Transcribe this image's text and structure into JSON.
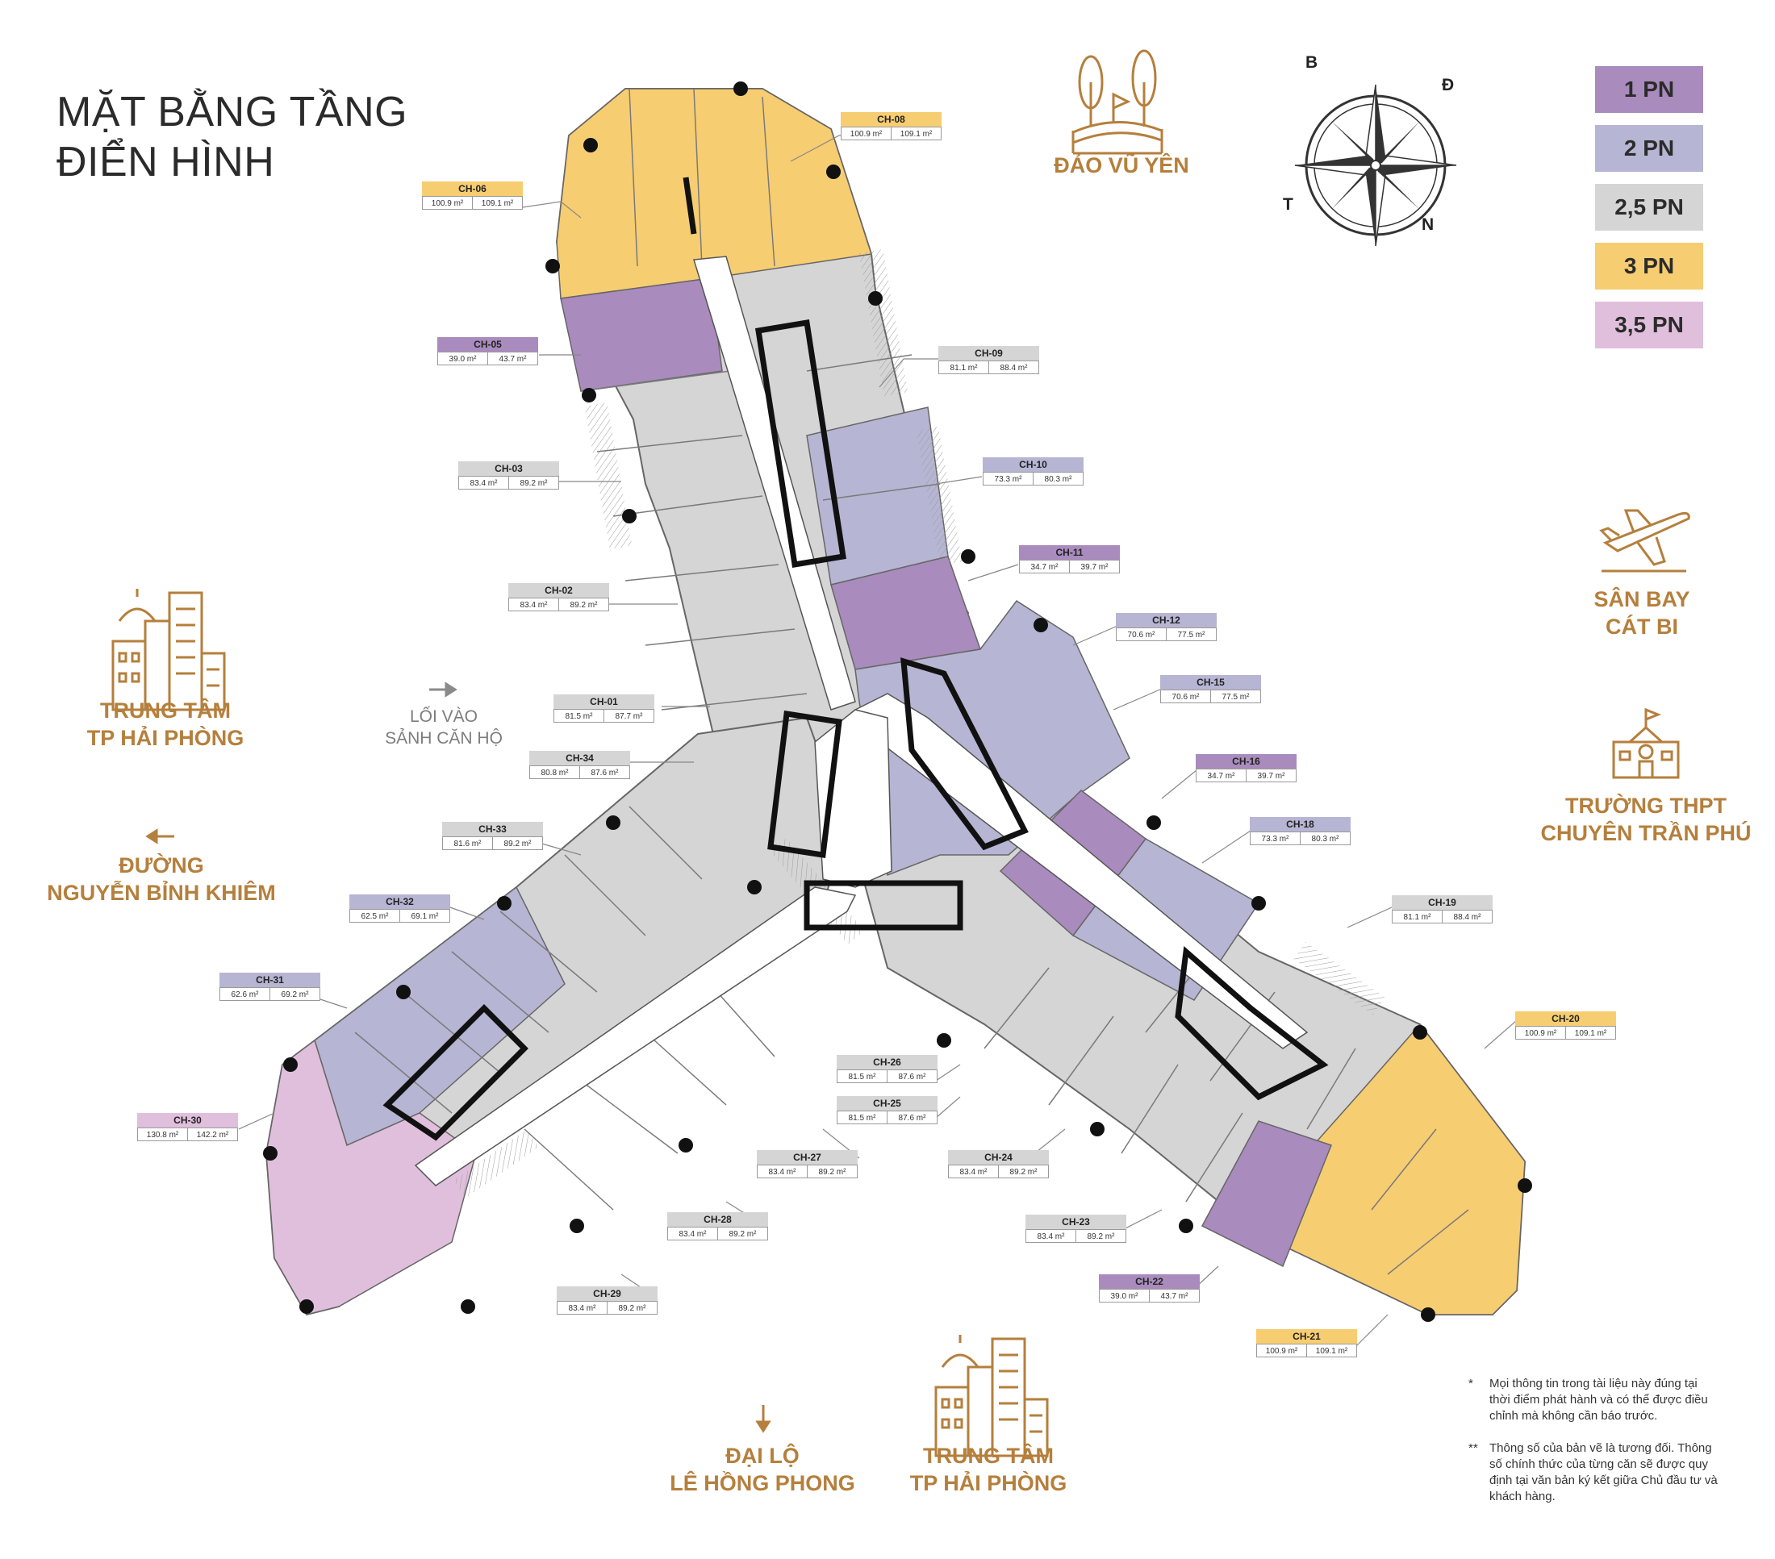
{
  "title": {
    "line1": "MẶT BẰNG TẦNG",
    "line2": "ĐIỂN HÌNH"
  },
  "compass": {
    "n": "B",
    "e": "Đ",
    "w": "T",
    "s": "N"
  },
  "legend": [
    {
      "label": "1 PN",
      "color": "#a98bbd"
    },
    {
      "label": "2 PN",
      "color": "#b6b5d3"
    },
    {
      "label": "2,5 PN",
      "color": "#d5d5d5"
    },
    {
      "label": "3 PN",
      "color": "#f7cd72"
    },
    {
      "label": "3,5 PN",
      "color": "#e0bfdc"
    }
  ],
  "landmarks": {
    "dao_vu_yen": "ĐẢO VŨ YÊN",
    "san_bay": [
      "SÂN BAY",
      "CÁT BI"
    ],
    "truong_thpt": [
      "TRƯỜNG THPT",
      "CHUYÊN TRẦN PHÚ"
    ],
    "trung_tam_left": [
      "TRUNG TÂM",
      "TP HẢI PHÒNG"
    ],
    "duong": [
      "ĐƯỜNG",
      "NGUYỄN BỈNH KHIÊM"
    ],
    "dai_lo": [
      "ĐẠI LỘ",
      "LÊ HỒNG PHONG"
    ],
    "trung_tam_bottom": [
      "TRUNG TÂM",
      "TP HẢI PHÒNG"
    ],
    "loi_vao": [
      "LỐI VÀO",
      "SẢNH CĂN HỘ"
    ]
  },
  "colors": {
    "p1": "#a98bbd",
    "p2": "#b6b5d3",
    "p25": "#d5d5d5",
    "p3": "#f7cd72",
    "p35": "#e0bfdc",
    "gold": "#b57f3c"
  },
  "units": [
    {
      "id": "CH-01",
      "a": "81.5 m²",
      "b": "87.7 m²",
      "type": "p25"
    },
    {
      "id": "CH-02",
      "a": "83.4 m²",
      "b": "89.2 m²",
      "type": "p25"
    },
    {
      "id": "CH-03",
      "a": "83.4 m²",
      "b": "89.2 m²",
      "type": "p25"
    },
    {
      "id": "CH-05",
      "a": "39.0 m²",
      "b": "43.7 m²",
      "type": "p1"
    },
    {
      "id": "CH-06",
      "a": "100.9 m²",
      "b": "109.1 m²",
      "type": "p3"
    },
    {
      "id": "CH-08",
      "a": "100.9 m²",
      "b": "109.1 m²",
      "type": "p3"
    },
    {
      "id": "CH-09",
      "a": "81.1 m²",
      "b": "88.4 m²",
      "type": "p25"
    },
    {
      "id": "CH-10",
      "a": "73.3 m²",
      "b": "80.3 m²",
      "type": "p2"
    },
    {
      "id": "CH-11",
      "a": "34.7 m²",
      "b": "39.7 m²",
      "type": "p1"
    },
    {
      "id": "CH-12",
      "a": "70.6 m²",
      "b": "77.5 m²",
      "type": "p2"
    },
    {
      "id": "CH-15",
      "a": "70.6 m²",
      "b": "77.5 m²",
      "type": "p2"
    },
    {
      "id": "CH-16",
      "a": "34.7 m²",
      "b": "39.7 m²",
      "type": "p1"
    },
    {
      "id": "CH-18",
      "a": "73.3 m²",
      "b": "80.3 m²",
      "type": "p2"
    },
    {
      "id": "CH-19",
      "a": "81.1 m²",
      "b": "88.4 m²",
      "type": "p25"
    },
    {
      "id": "CH-20",
      "a": "100.9 m²",
      "b": "109.1 m²",
      "type": "p3"
    },
    {
      "id": "CH-21",
      "a": "100.9 m²",
      "b": "109.1 m²",
      "type": "p3"
    },
    {
      "id": "CH-22",
      "a": "39.0 m²",
      "b": "43.7 m²",
      "type": "p1"
    },
    {
      "id": "CH-23",
      "a": "83.4 m²",
      "b": "89.2 m²",
      "type": "p25"
    },
    {
      "id": "CH-24",
      "a": "83.4 m²",
      "b": "89.2 m²",
      "type": "p25"
    },
    {
      "id": "CH-25",
      "a": "81.5 m²",
      "b": "87.6 m²",
      "type": "p25"
    },
    {
      "id": "CH-26",
      "a": "81.5 m²",
      "b": "87.6 m²",
      "type": "p25"
    },
    {
      "id": "CH-27",
      "a": "83.4 m²",
      "b": "89.2 m²",
      "type": "p25"
    },
    {
      "id": "CH-28",
      "a": "83.4 m²",
      "b": "89.2 m²",
      "type": "p25"
    },
    {
      "id": "CH-29",
      "a": "83.4 m²",
      "b": "89.2 m²",
      "type": "p25"
    },
    {
      "id": "CH-30",
      "a": "130.8 m²",
      "b": "142.2 m²",
      "type": "p35"
    },
    {
      "id": "CH-31",
      "a": "62.6 m²",
      "b": "69.2 m²",
      "type": "p2"
    },
    {
      "id": "CH-32",
      "a": "62.5 m²",
      "b": "69.1 m²",
      "type": "p2"
    },
    {
      "id": "CH-33",
      "a": "81.6 m²",
      "b": "89.2 m²",
      "type": "p25"
    },
    {
      "id": "CH-34",
      "a": "80.8 m²",
      "b": "87.6 m²",
      "type": "p25"
    }
  ],
  "notes": [
    {
      "mark": "*",
      "text": "Mọi thông tin trong tài liệu này đúng tại thời điểm phát hành và có thể được điều chỉnh mà không cần báo trước."
    },
    {
      "mark": "**",
      "text": "Thông số của bản vẽ là tương đối. Thông số chính thức của từng căn sẽ được quy định tại văn bản ký kết giữa Chủ đầu tư và khách hàng."
    }
  ]
}
